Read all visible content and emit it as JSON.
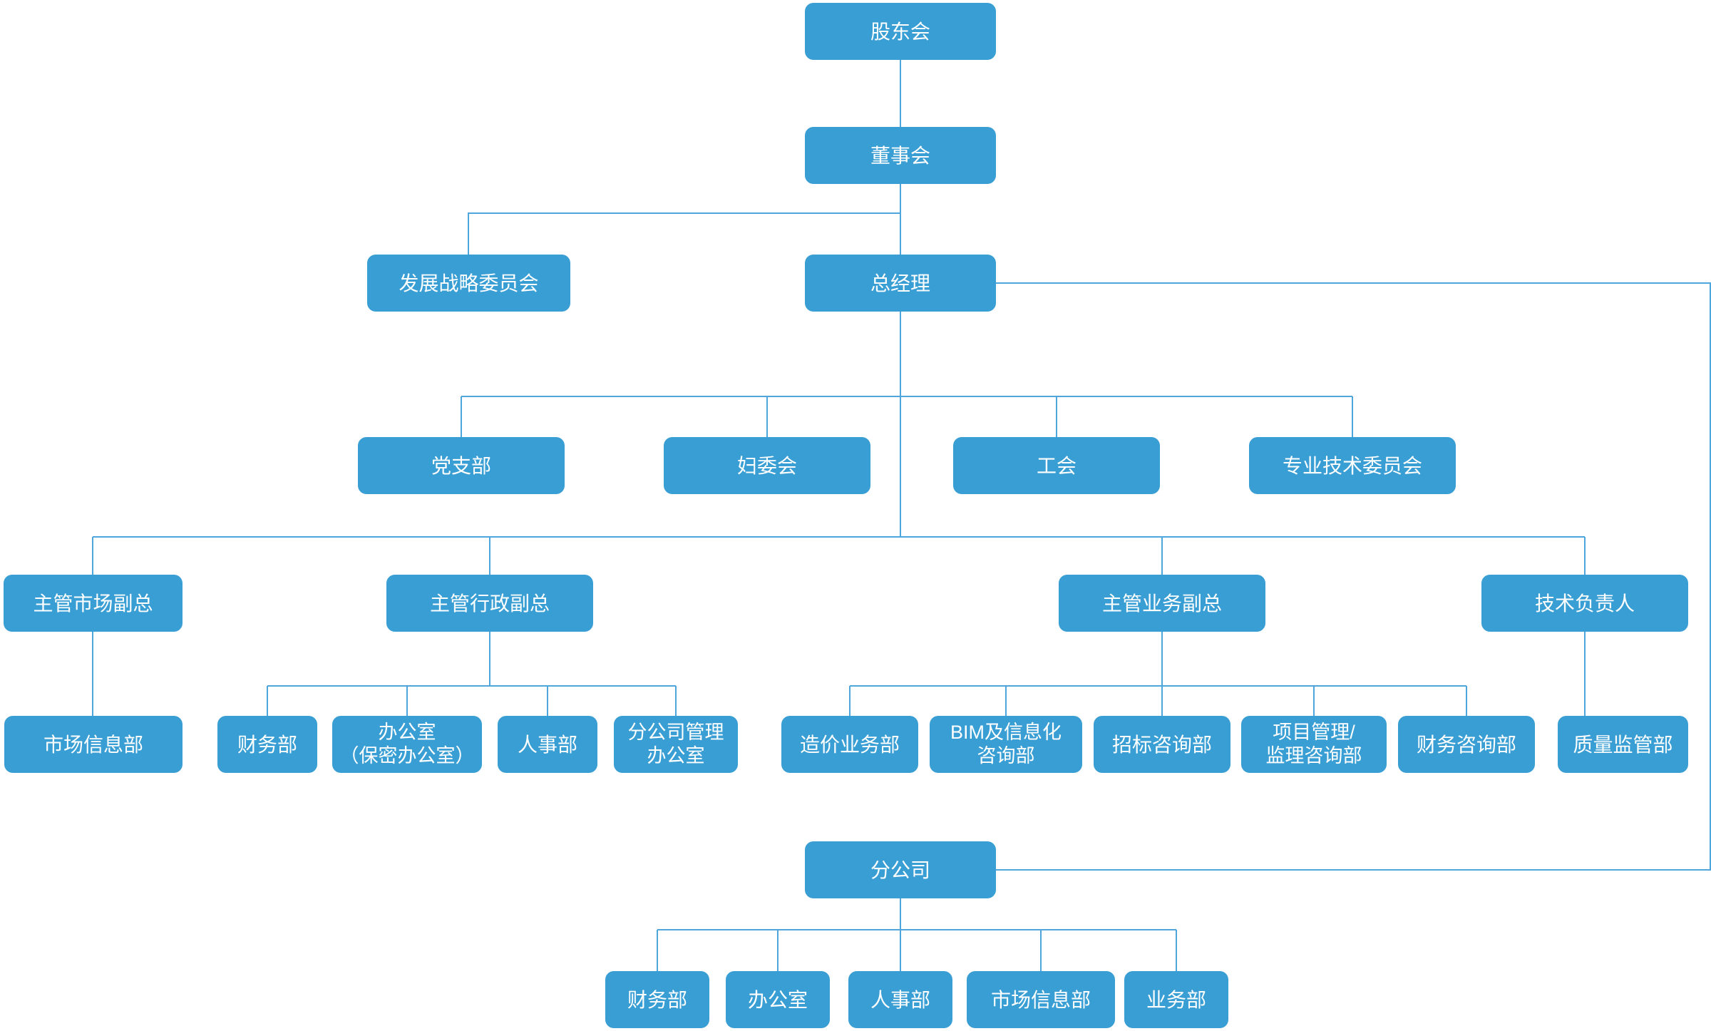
{
  "colors": {
    "node_fill": "#399ED4",
    "connector_line": "#4FA6DC",
    "node_text": "#FFFFFF",
    "background": "#FFFFFF"
  },
  "org": {
    "nodes": {
      "shareholders": {
        "label": "股东会"
      },
      "board": {
        "label": "董事会"
      },
      "strategy_committee": {
        "label": "发展战略委员会"
      },
      "general_manager": {
        "label": "总经理"
      },
      "party_branch": {
        "label": "党支部"
      },
      "womens_committee": {
        "label": "妇委会"
      },
      "labor_union": {
        "label": "工会"
      },
      "tech_committee": {
        "label": "专业技术委员会"
      },
      "vp_market": {
        "label": "主管市场副总"
      },
      "vp_admin": {
        "label": "主管行政副总"
      },
      "vp_business": {
        "label": "主管业务副总"
      },
      "tech_director": {
        "label": "技术负责人"
      },
      "market_info": {
        "label": "市场信息部"
      },
      "finance": {
        "label": "财务部"
      },
      "office_confidential": {
        "line1": "办公室",
        "line2": "（保密办公室）"
      },
      "hr": {
        "label": "人事部"
      },
      "branch_mgmt_office": {
        "line1": "分公司管理",
        "line2": "办公室"
      },
      "cost_business": {
        "label": "造价业务部"
      },
      "bim_consulting": {
        "line1": "BIM及信息化",
        "line2": "咨询部"
      },
      "bidding_consulting": {
        "label": "招标咨询部"
      },
      "pm_supervision": {
        "line1": "项目管理/",
        "line2": "监理咨询部"
      },
      "financial_consulting": {
        "label": "财务咨询部"
      },
      "quality_supervision": {
        "label": "质量监管部"
      },
      "branch_company": {
        "label": "分公司"
      },
      "branch_finance": {
        "label": "财务部"
      },
      "branch_office": {
        "label": "办公室"
      },
      "branch_hr": {
        "label": "人事部"
      },
      "branch_market_info": {
        "label": "市场信息部"
      },
      "branch_business": {
        "label": "业务部"
      }
    }
  }
}
